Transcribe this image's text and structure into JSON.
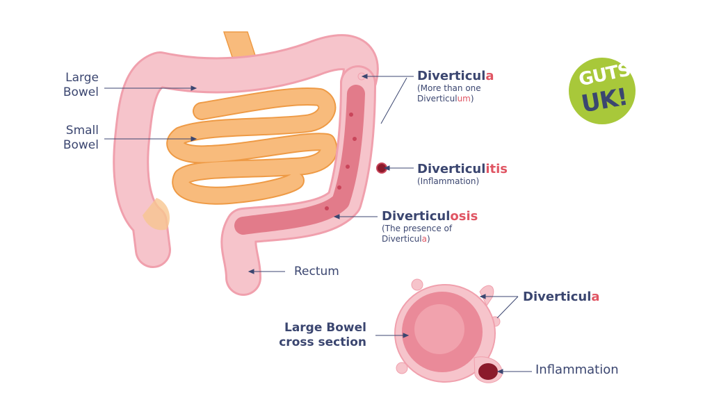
{
  "colors": {
    "text": "#3b4670",
    "accent": "#e05563",
    "large_bowel": "#f6c4cb",
    "small_bowel": "#f8bb7c",
    "diverticula_fill": "#e27b8a",
    "inflammation": "#8b1a2b",
    "logo_bg": "#a8c83a"
  },
  "labels": {
    "large_bowel": {
      "line1": "Large",
      "line2": "Bowel"
    },
    "small_bowel": {
      "line1": "Small",
      "line2": "Bowel"
    },
    "rectum": "Rectum",
    "diverticula": {
      "base": "Diverticul",
      "accent": "a",
      "sub_line1": "(More than one",
      "sub_line2_base": "Diverticul",
      "sub_line2_accent": "um",
      "sub_line2_end": ")"
    },
    "diverticulitis": {
      "base": "Diverticul",
      "accent": "itis",
      "sub": "(Inflammation)"
    },
    "diverticulosis": {
      "base": "Diverticul",
      "accent": "osis",
      "sub_line1": "(The presence of",
      "sub_line2_base": "Diverticul",
      "sub_line2_accent": "a",
      "sub_line2_end": ")"
    },
    "cross_section": {
      "line1": "Large Bowel",
      "line2": "cross section"
    },
    "cross_diverticula": {
      "base": "Diverticul",
      "accent": "a"
    },
    "inflammation": "Inflammation"
  },
  "logo": {
    "top": "GUTS",
    "bottom": "UK!"
  }
}
